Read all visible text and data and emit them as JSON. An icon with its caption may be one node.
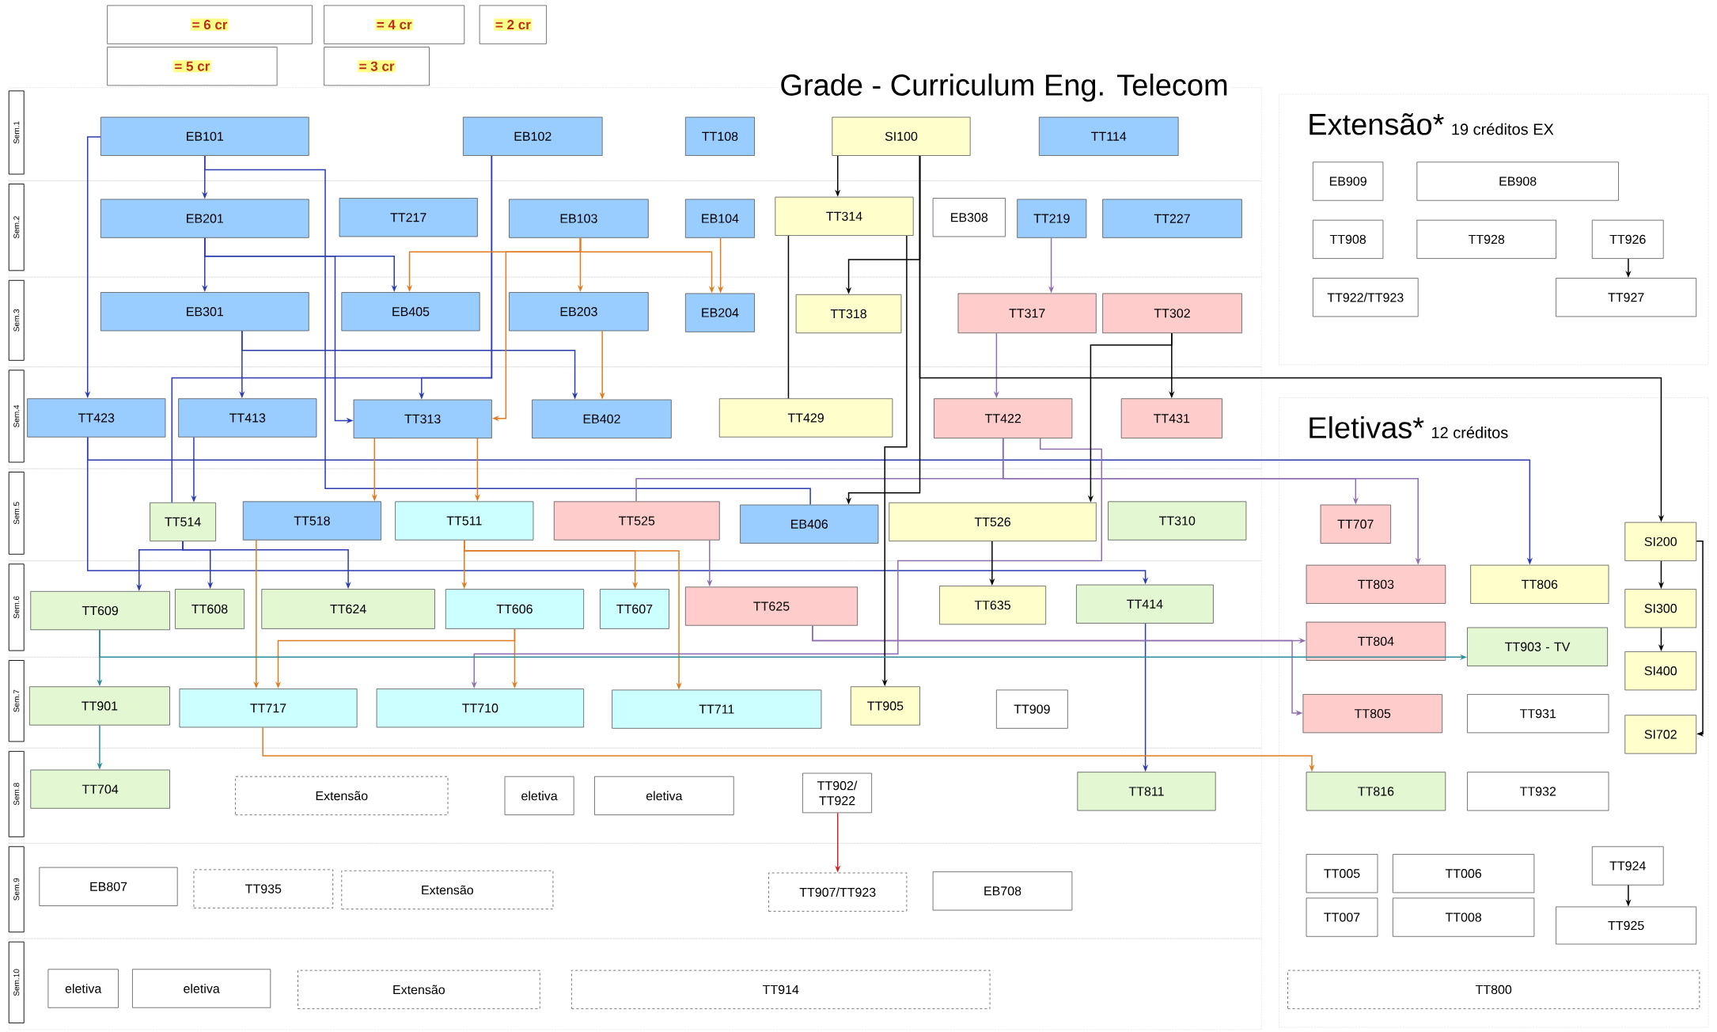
{
  "diagram": {
    "title": "Grade - Curriculum Eng. Telecom",
    "nodes": [
      {
        "text": [
          "EB101"
        ]
      },
      {
        "text": [
          "EB102"
        ]
      },
      {
        "text": [
          "TT108"
        ]
      },
      {
        "text": [
          "SI100"
        ]
      },
      {
        "text": [
          "TT114"
        ]
      },
      {
        "text": [
          "EB201"
        ]
      },
      {
        "text": [
          "TT217"
        ]
      },
      {
        "text": [
          "EB103"
        ]
      },
      {
        "text": [
          "EB104"
        ]
      },
      {
        "text": [
          "TT314"
        ]
      },
      {
        "text": [
          "EB308"
        ]
      },
      {
        "text": [
          "TT219"
        ]
      },
      {
        "text": [
          "TT227"
        ]
      },
      {
        "text": [
          "EB301"
        ]
      },
      {
        "text": [
          "EB405"
        ]
      },
      {
        "text": [
          "EB203"
        ]
      },
      {
        "text": [
          "EB204"
        ]
      },
      {
        "text": [
          "TT318"
        ]
      },
      {
        "text": [
          "TT317"
        ]
      },
      {
        "text": [
          "TT302"
        ]
      },
      {
        "text": [
          "TT423"
        ]
      },
      {
        "text": [
          "TT413"
        ]
      },
      {
        "text": [
          "TT313"
        ]
      },
      {
        "text": [
          "EB402"
        ]
      },
      {
        "text": [
          "TT429"
        ]
      },
      {
        "text": [
          "TT422"
        ]
      },
      {
        "text": [
          "TT431"
        ]
      },
      {
        "text": [
          "TT514"
        ]
      },
      {
        "text": [
          "TT518"
        ]
      },
      {
        "text": [
          "TT511"
        ]
      },
      {
        "text": [
          "TT525"
        ]
      },
      {
        "text": [
          "EB406"
        ]
      },
      {
        "text": [
          "TT526"
        ]
      },
      {
        "text": [
          "TT310"
        ]
      },
      {
        "text": [
          "TT609"
        ]
      },
      {
        "text": [
          "TT608"
        ]
      },
      {
        "text": [
          "TT624"
        ]
      },
      {
        "text": [
          "TT606"
        ]
      },
      {
        "text": [
          "TT607"
        ]
      },
      {
        "text": [
          "TT625"
        ]
      },
      {
        "text": [
          "TT635"
        ]
      },
      {
        "text": [
          "TT414"
        ]
      },
      {
        "text": [
          "TT901"
        ]
      },
      {
        "text": [
          "TT717"
        ]
      },
      {
        "text": [
          "TT710"
        ]
      },
      {
        "text": [
          "TT711"
        ]
      },
      {
        "text": [
          "TT905"
        ]
      },
      {
        "text": [
          "TT909"
        ]
      },
      {
        "text": [
          "TT704"
        ]
      },
      {
        "text": [
          "Extensão"
        ]
      },
      {
        "text": [
          "eletiva"
        ]
      },
      {
        "text": [
          "eletiva"
        ]
      },
      {
        "text": [
          "TT902/ TT922"
        ]
      },
      {
        "text": [
          "TT811"
        ]
      },
      {
        "text": [
          "EB807"
        ]
      },
      {
        "text": [
          "TT935"
        ]
      },
      {
        "text": [
          "Extensão"
        ]
      },
      {
        "text": [
          "TT907/TT923"
        ]
      },
      {
        "text": [
          "EB708"
        ]
      },
      {
        "text": [
          "eletiva"
        ]
      },
      {
        "text": [
          "eletiva"
        ]
      },
      {
        "text": [
          "Extensão"
        ]
      },
      {
        "text": [
          "TT914"
        ]
      },
      {
        "text": [
          "Extensão*",
          "19 créditos EX"
        ]
      },
      {
        "text": [
          "EB909"
        ],
        "in": 63
      },
      {
        "text": [
          "EB908"
        ],
        "in": 63
      },
      {
        "text": [
          "TT908"
        ],
        "in": 63
      },
      {
        "text": [
          "TT928"
        ],
        "in": 63
      },
      {
        "text": [
          "TT926"
        ],
        "in": 63
      },
      {
        "text": [
          "TT922/TT923"
        ],
        "in": 63
      },
      {
        "text": [
          "TT927"
        ],
        "in": 63
      },
      {
        "text": [
          "Eletivas*",
          "12 créditos"
        ]
      },
      {
        "text": [
          "TT707"
        ],
        "in": 71
      },
      {
        "text": [
          "TT803"
        ],
        "in": 71
      },
      {
        "text": [
          "TT806"
        ],
        "in": 71
      },
      {
        "text": [
          "TT804"
        ],
        "in": 71
      },
      {
        "text": [
          "TT903 - TV"
        ],
        "in": 71
      },
      {
        "text": [
          "TT805"
        ],
        "in": 71
      },
      {
        "text": [
          "TT931"
        ],
        "in": 71
      },
      {
        "text": [
          "TT816"
        ],
        "in": 71
      },
      {
        "text": [
          "TT932"
        ],
        "in": 71
      },
      {
        "text": [
          "TT005"
        ],
        "in": 71
      },
      {
        "text": [
          "TT006"
        ],
        "in": 71
      },
      {
        "text": [
          "TT924"
        ],
        "in": 71
      },
      {
        "text": [
          "TT007"
        ],
        "in": 71
      },
      {
        "text": [
          "TT008"
        ],
        "in": 71
      },
      {
        "text": [
          "TT925"
        ],
        "in": 71
      },
      {
        "text": [
          "TT800"
        ],
        "in": 71
      },
      {
        "text": [
          "SI200"
        ],
        "in": 71
      },
      {
        "text": [
          "SI300"
        ],
        "in": 71
      },
      {
        "text": [
          "SI400"
        ],
        "in": 71
      },
      {
        "text": [
          "SI702"
        ],
        "in": 71
      }
    ],
    "edges": [
      {
        "from": 0,
        "to": 20,
        "arrow": "to"
      },
      {
        "from": 0,
        "to": 5,
        "arrow": "to"
      },
      {
        "from": 0,
        "to": 31,
        "arrow": "none"
      },
      {
        "from": 5,
        "to": 13,
        "arrow": "to"
      },
      {
        "from": 5,
        "to": 14,
        "arrow": "to"
      },
      {
        "from": 5,
        "to": 22,
        "arrow": "to"
      },
      {
        "from": 1,
        "to": 22,
        "arrow": "to"
      },
      {
        "from": 1,
        "to": 27,
        "arrow": "none"
      },
      {
        "from": 13,
        "to": 21,
        "arrow": "to"
      },
      {
        "from": 13,
        "to": 23,
        "arrow": "to"
      },
      {
        "from": 21,
        "to": 27,
        "arrow": "to"
      },
      {
        "from": 27,
        "to": 34,
        "arrow": "to"
      },
      {
        "from": 27,
        "to": 35,
        "arrow": "to"
      },
      {
        "from": 27,
        "to": 36,
        "arrow": "to"
      },
      {
        "from": 20,
        "to": 74,
        "arrow": "to"
      },
      {
        "from": 20,
        "to": 41,
        "arrow": "to"
      },
      {
        "from": 41,
        "to": 53,
        "arrow": "to"
      },
      {
        "from": 7,
        "to": 14,
        "arrow": "to",
        "color": "#e07b20"
      },
      {
        "from": 7,
        "to": 15,
        "arrow": "to",
        "color": "#e07b20"
      },
      {
        "from": 7,
        "to": 16,
        "arrow": "to",
        "color": "#e07b20"
      },
      {
        "from": 8,
        "to": 16,
        "arrow": "to",
        "color": "#e07b20"
      },
      {
        "from": 7,
        "to": 22,
        "arrow": "to",
        "color": "#e07b20"
      },
      {
        "from": 15,
        "to": 23,
        "arrow": "to",
        "color": "#e07b20"
      },
      {
        "from": 22,
        "to": 28,
        "arrow": "to",
        "color": "#e07b20"
      },
      {
        "from": 22,
        "to": 29,
        "arrow": "to",
        "color": "#e07b20"
      },
      {
        "from": 28,
        "to": 43,
        "arrow": "to",
        "color": "#e07b20"
      },
      {
        "from": 29,
        "to": 37,
        "arrow": "to",
        "color": "#e07b20"
      },
      {
        "from": 29,
        "to": 38,
        "arrow": "to",
        "color": "#e07b20"
      },
      {
        "from": 29,
        "to": 45,
        "arrow": "to",
        "color": "#e07b20"
      },
      {
        "from": 37,
        "to": 43,
        "arrow": "to",
        "color": "#e07b20"
      },
      {
        "from": 37,
        "to": 44,
        "arrow": "to",
        "color": "#e07b20"
      },
      {
        "from": 43,
        "to": 79,
        "arrow": "to",
        "color": "#e07b20"
      },
      {
        "from": 11,
        "to": 18,
        "arrow": "to",
        "color": "#8e6fb0"
      },
      {
        "from": 18,
        "to": 25,
        "arrow": "to",
        "color": "#8e6fb0"
      },
      {
        "from": 25,
        "to": 72,
        "arrow": "to",
        "color": "#8e6fb0"
      },
      {
        "from": 25,
        "to": 73,
        "arrow": "to",
        "color": "#8e6fb0"
      },
      {
        "from": 25,
        "to": 30,
        "arrow": "none",
        "color": "#8e6fb0"
      },
      {
        "from": 30,
        "to": 39,
        "arrow": "to",
        "color": "#8e6fb0"
      },
      {
        "from": 39,
        "to": 75,
        "arrow": "to",
        "color": "#8e6fb0"
      },
      {
        "from": 39,
        "to": 77,
        "arrow": "to",
        "color": "#8e6fb0"
      },
      {
        "from": 25,
        "to": 44,
        "arrow": "to",
        "color": "#8e6fb0"
      },
      {
        "from": 3,
        "to": 9,
        "arrow": "to",
        "color": "#000000"
      },
      {
        "from": 3,
        "to": 17,
        "arrow": "to",
        "color": "#000000"
      },
      {
        "from": 3,
        "to": 31,
        "arrow": "to",
        "color": "#000000"
      },
      {
        "from": 3,
        "to": 88,
        "arrow": "to",
        "color": "#000000"
      },
      {
        "from": 9,
        "to": 24,
        "arrow": "none",
        "color": "#000000"
      },
      {
        "from": 9,
        "to": 46,
        "arrow": "to",
        "color": "#000000"
      },
      {
        "from": 19,
        "to": 26,
        "arrow": "to",
        "color": "#000000"
      },
      {
        "from": 19,
        "to": 32,
        "arrow": "to",
        "color": "#000000"
      },
      {
        "from": 32,
        "to": 40,
        "arrow": "to",
        "color": "#000000"
      },
      {
        "from": 68,
        "to": 70,
        "arrow": "to",
        "color": "#000000"
      },
      {
        "from": 83,
        "to": 86,
        "arrow": "to",
        "color": "#000000"
      },
      {
        "from": 88,
        "to": 89,
        "arrow": "to",
        "color": "#000000"
      },
      {
        "from": 89,
        "to": 90,
        "arrow": "to",
        "color": "#000000"
      },
      {
        "from": 88,
        "to": 91,
        "arrow": "to",
        "color": "#000000"
      },
      {
        "from": 34,
        "to": 42,
        "arrow": "to",
        "color": "#2e8b9a"
      },
      {
        "from": 42,
        "to": 48,
        "arrow": "to",
        "color": "#2e8b9a"
      },
      {
        "from": 34,
        "to": 76,
        "arrow": "to",
        "color": "#2e8b9a"
      },
      {
        "from": 52,
        "to": 57,
        "arrow": "to",
        "color": "#cc2222"
      }
    ],
    "labels": [
      "Sem.1",
      "Sem.2",
      "Sem.3",
      "Sem.4",
      "Sem.5",
      "Sem.6",
      "Sem.7",
      "Sem.8",
      "Sem.9",
      "Sem.10"
    ],
    "legend": [
      {
        "text": "= 6 cr"
      },
      {
        "text": "= 4 cr"
      },
      {
        "text": "= 2 cr"
      },
      {
        "text": "= 5 cr"
      },
      {
        "text": "= 3 cr"
      }
    ]
  }
}
